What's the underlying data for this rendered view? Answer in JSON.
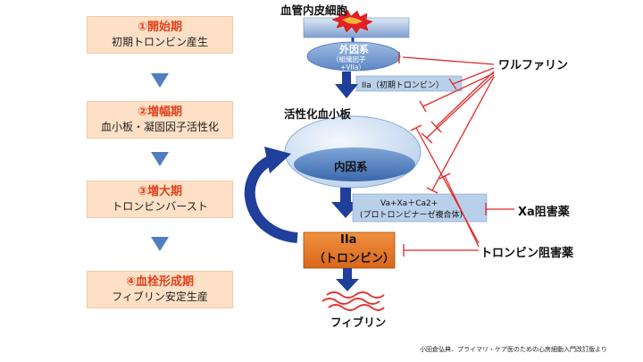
{
  "stages": [
    {
      "title": "①開始期",
      "sub": "初期トロンビン産生"
    },
    {
      "title": "②増幅期",
      "sub": "血小板・凝固因子活性化"
    },
    {
      "title": "③増大期",
      "sub": "トロンビンバースト"
    },
    {
      "title": "④血栓形成期",
      "sub": "フィブリン安定生産"
    }
  ],
  "diagram": {
    "endothelium": "血管内皮細胞",
    "extrinsic_title": "外因系",
    "extrinsic_sub1": "（組織因子",
    "extrinsic_sub2": "+VIIa）",
    "initial_thrombin": "IIa（初期トロンビン）",
    "activated_platelet": "活性化血小板",
    "intrinsic": "内因系",
    "prothrombinase_1": "Va+Xa＋Ca2+",
    "prothrombinase_2": "(プロトロンビナーゼ複合体)",
    "thrombin_1": "IIa",
    "thrombin_2": "（トロンビン）",
    "fibrin": "フィブリン"
  },
  "drugs": {
    "warfarin": "ワルファリン",
    "xa_inhibitor": "Xa阻害薬",
    "thrombin_inhibitor": "トロンビン阻害薬"
  },
  "source": "小田倉弘典．プライマリ・ケア医のための心房細動入門改訂版より",
  "colors": {
    "stage_fill": "#fde0c6",
    "stage_title": "#e0421c",
    "arrow_blue": "#1f3f9a",
    "inhibit_red": "#e02a2a",
    "thrombin_fill": "#e8731f",
    "box_blue": "#b9d0ea"
  }
}
